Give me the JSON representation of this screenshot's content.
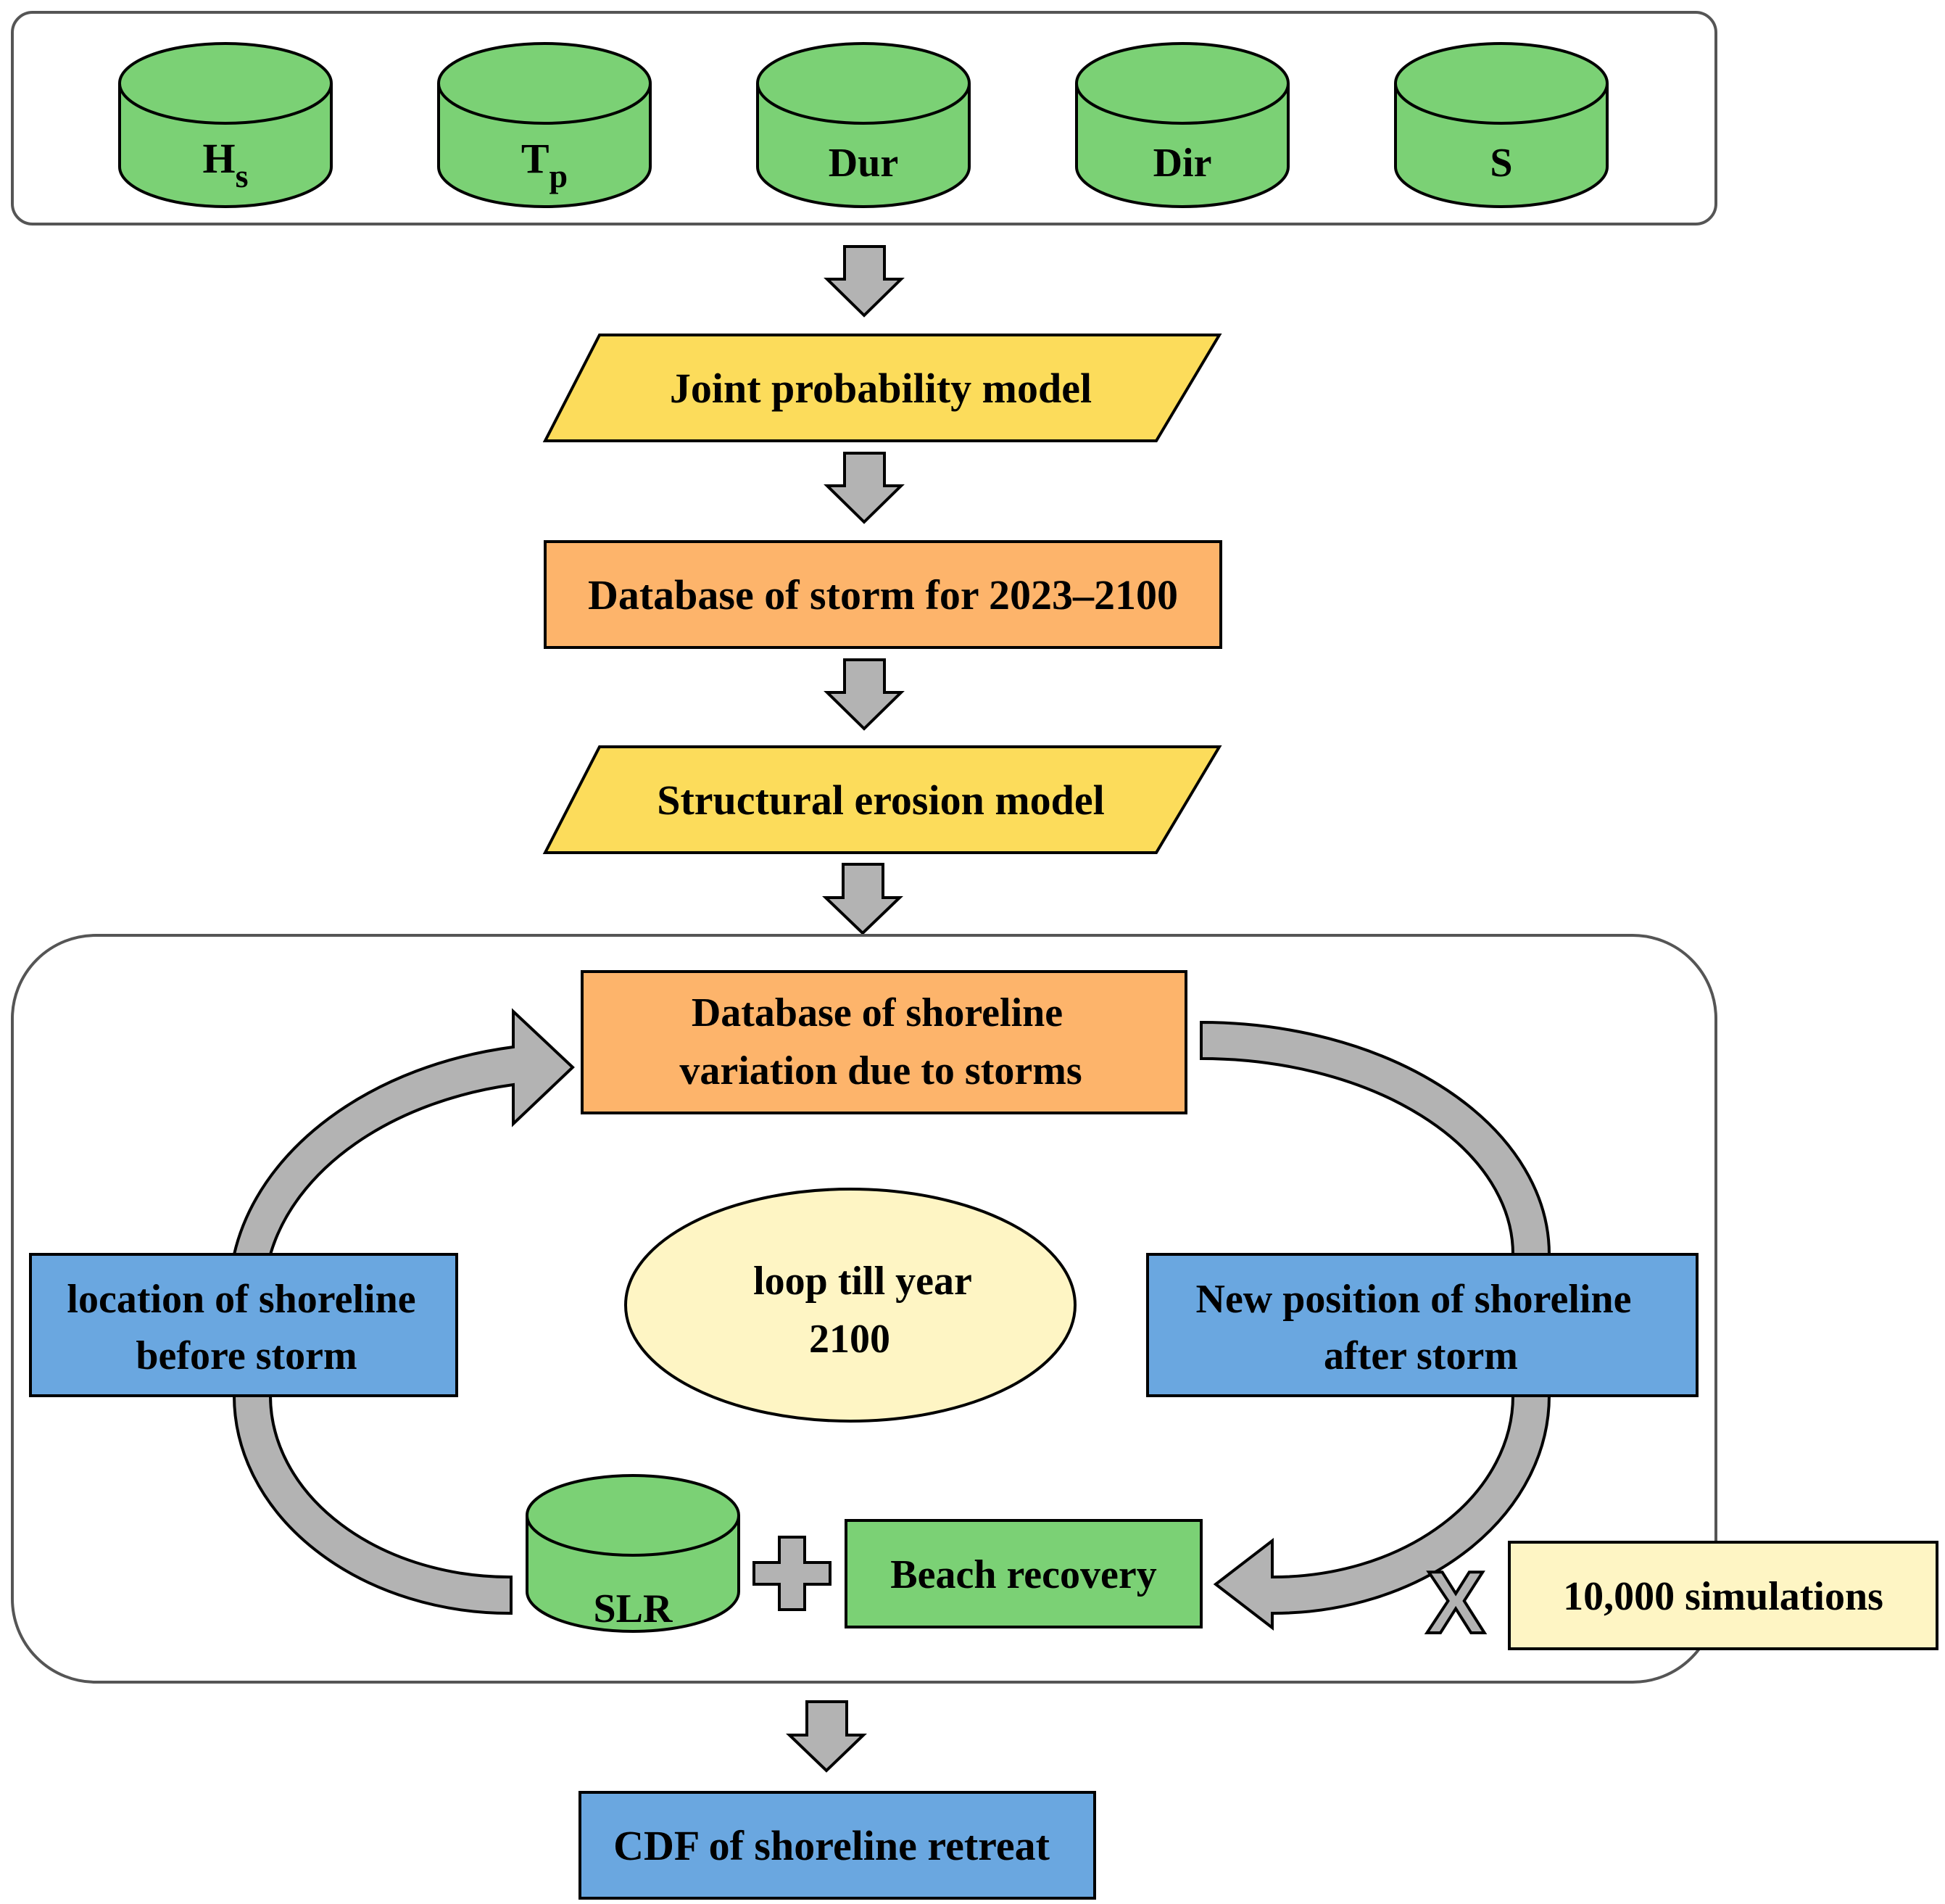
{
  "colors": {
    "cylinder_green": "#7bd175",
    "process_yellow": "#fcdc5b",
    "database_orange": "#fdb46b",
    "state_blue": "#6aa7e0",
    "note_cream": "#fef5c4",
    "arrow_gray": "#b3b3b3",
    "stroke": "#000000"
  },
  "inputs": [
    {
      "main": "H",
      "sub": "s"
    },
    {
      "main": "T",
      "sub": "p"
    },
    {
      "main": "Dur",
      "sub": ""
    },
    {
      "main": "Dir",
      "sub": ""
    },
    {
      "main": "S",
      "sub": ""
    }
  ],
  "steps": {
    "joint_model": "Joint probability model",
    "storm_database": "Database of storm for 2023–2100",
    "erosion_model": "Structural erosion model"
  },
  "loop": {
    "variation_db": [
      "Database of  shoreline",
      "variation due to storms"
    ],
    "before_storm": [
      "location of shoreline",
      "before storm"
    ],
    "after_storm": [
      "New position of  shoreline",
      "after storm"
    ],
    "loop_note": [
      "loop till year",
      "2100"
    ],
    "slr": "SLR",
    "plus": "+",
    "beach_recovery": "Beach recovery",
    "times": "X",
    "simulations": "10,000 simulations"
  },
  "output": "CDF of shoreline retreat"
}
